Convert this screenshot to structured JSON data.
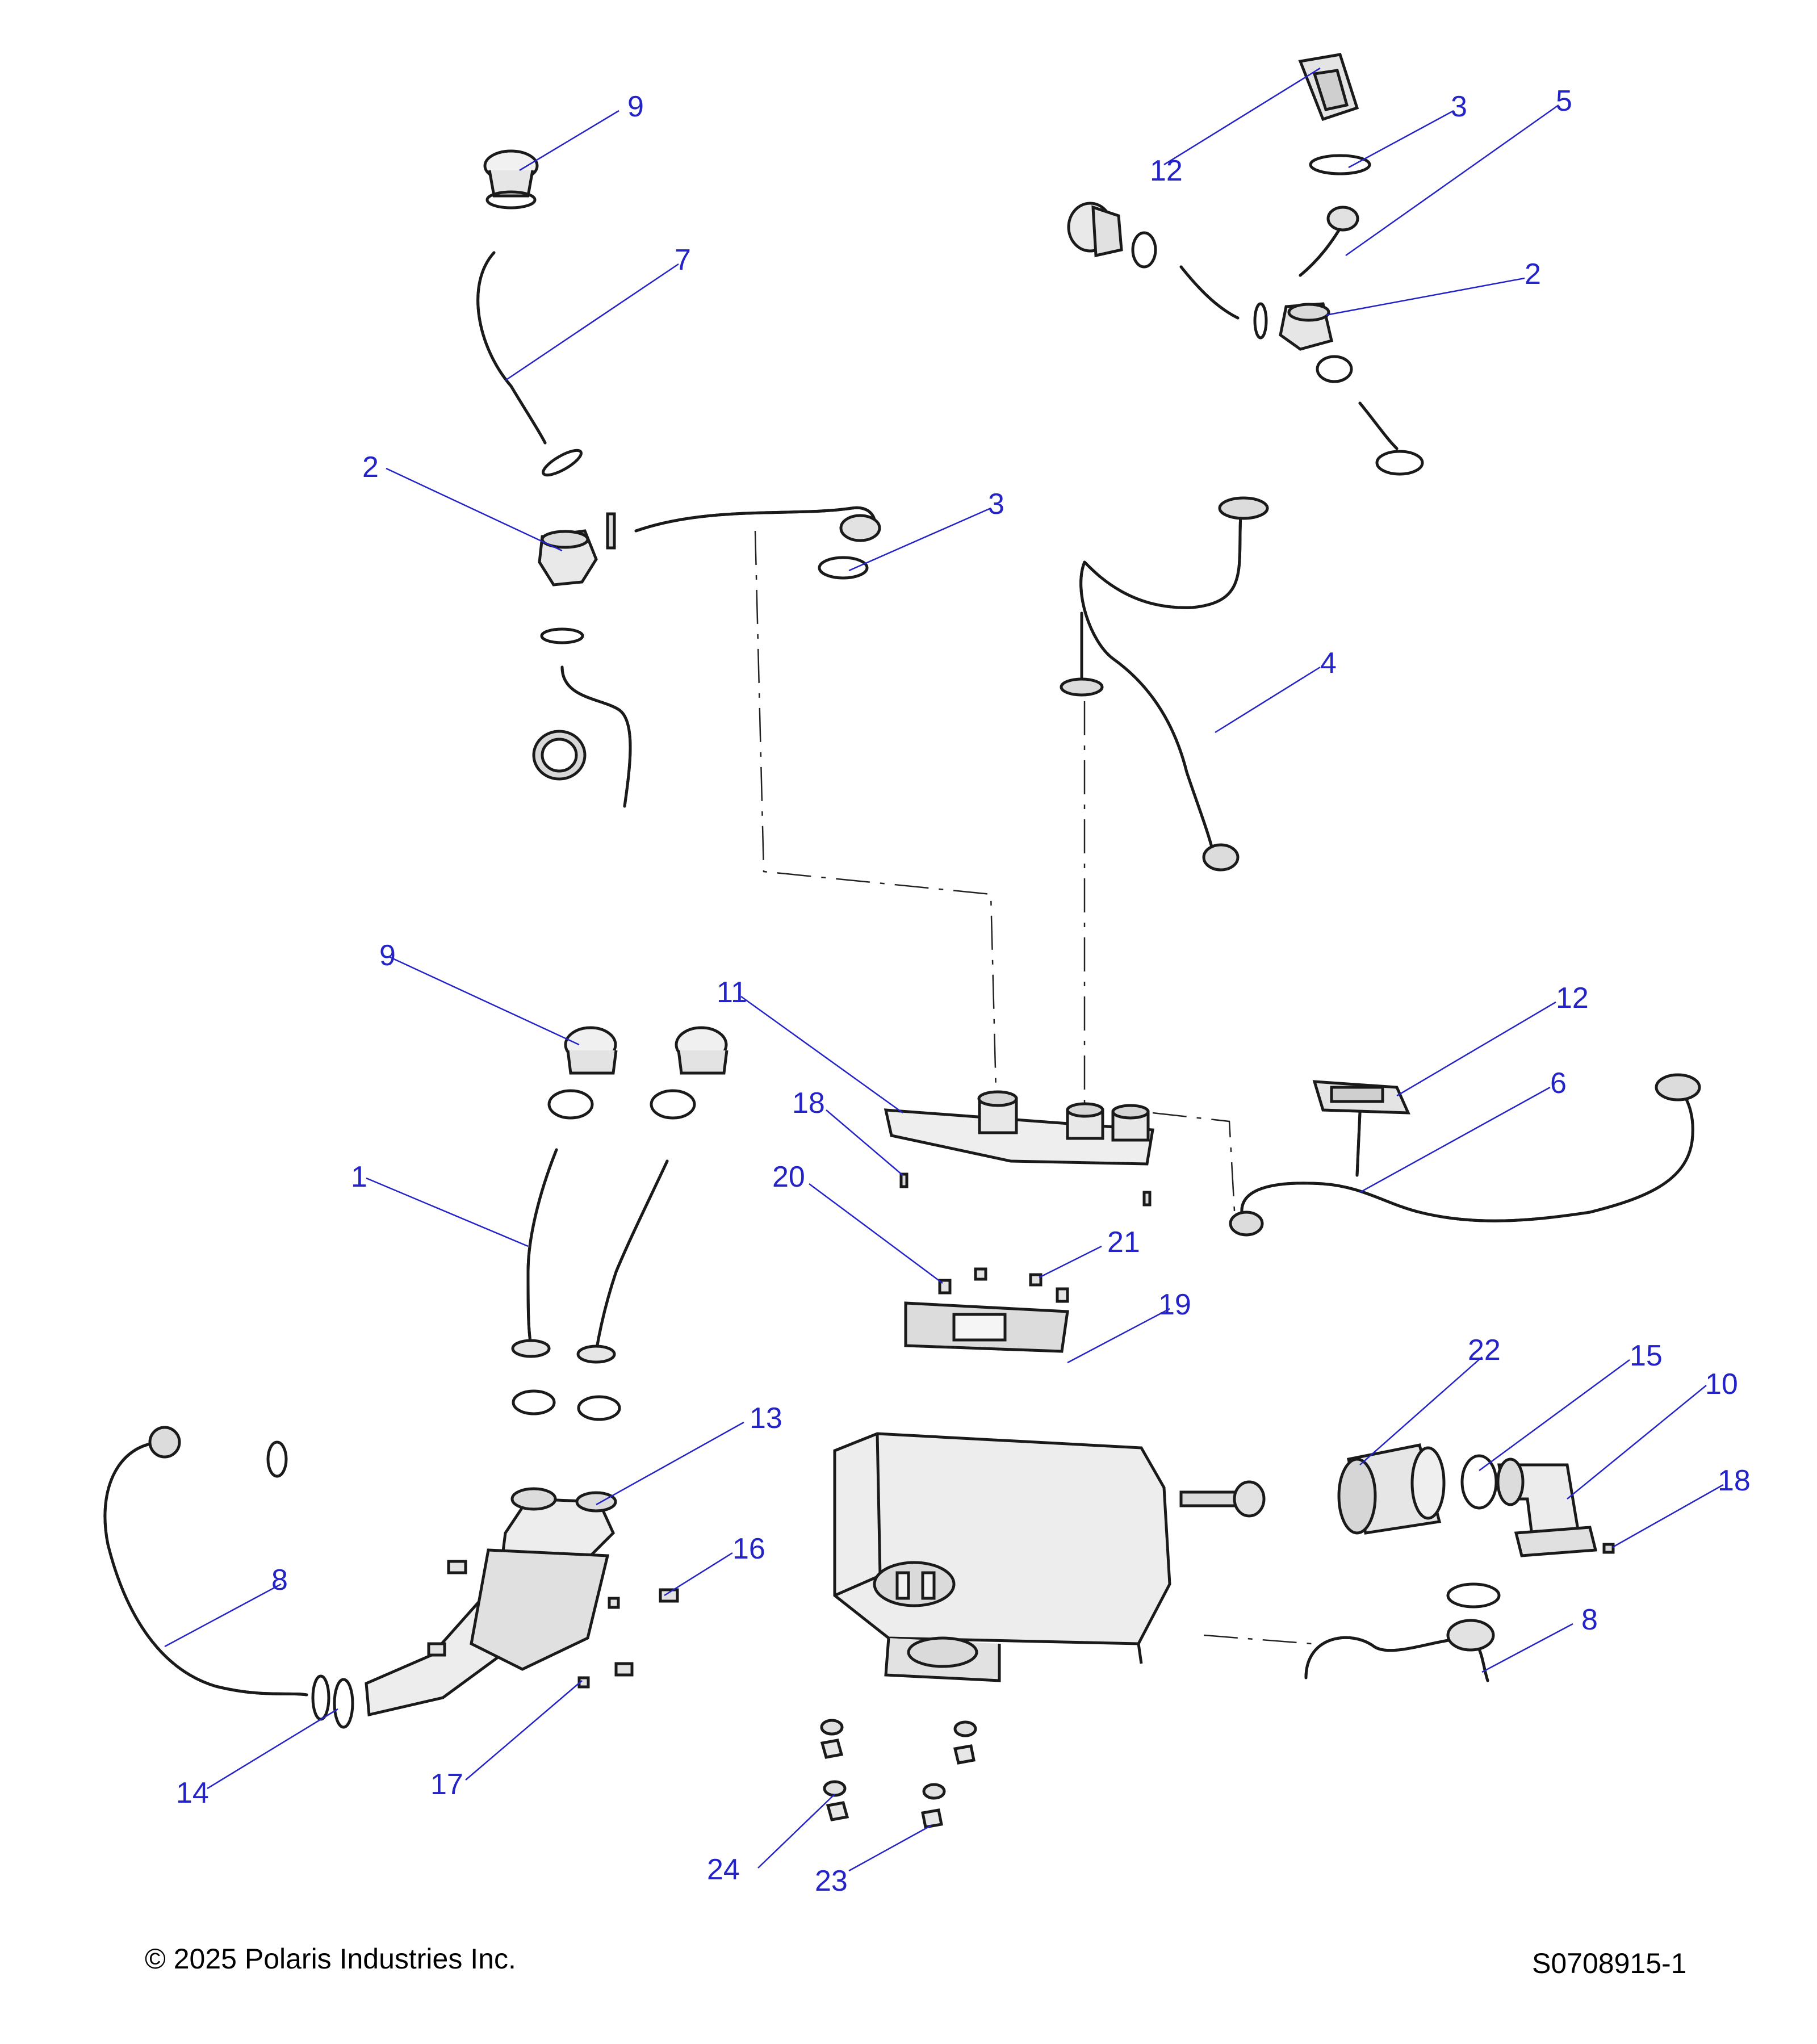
{
  "diagram": {
    "callouts": [
      {
        "id": "c-9a",
        "label": "9"
      },
      {
        "id": "c-7",
        "label": "7"
      },
      {
        "id": "c-2a",
        "label": "2"
      },
      {
        "id": "c-3a",
        "label": "3"
      },
      {
        "id": "c-12a",
        "label": "12"
      },
      {
        "id": "c-3b",
        "label": "3"
      },
      {
        "id": "c-5",
        "label": "5"
      },
      {
        "id": "c-2b",
        "label": "2"
      },
      {
        "id": "c-4",
        "label": "4"
      },
      {
        "id": "c-9b",
        "label": "9"
      },
      {
        "id": "c-11",
        "label": "11"
      },
      {
        "id": "c-12b",
        "label": "12"
      },
      {
        "id": "c-6",
        "label": "6"
      },
      {
        "id": "c-18a",
        "label": "18"
      },
      {
        "id": "c-1",
        "label": "1"
      },
      {
        "id": "c-20",
        "label": "20"
      },
      {
        "id": "c-21",
        "label": "21"
      },
      {
        "id": "c-19",
        "label": "19"
      },
      {
        "id": "c-22",
        "label": "22"
      },
      {
        "id": "c-15",
        "label": "15"
      },
      {
        "id": "c-10",
        "label": "10"
      },
      {
        "id": "c-18b",
        "label": "18"
      },
      {
        "id": "c-13",
        "label": "13"
      },
      {
        "id": "c-16",
        "label": "16"
      },
      {
        "id": "c-8a",
        "label": "8"
      },
      {
        "id": "c-8b",
        "label": "8"
      },
      {
        "id": "c-14",
        "label": "14"
      },
      {
        "id": "c-17",
        "label": "17"
      },
      {
        "id": "c-24",
        "label": "24"
      },
      {
        "id": "c-23",
        "label": "23"
      }
    ]
  },
  "footer": {
    "copyright": "© 2025 Polaris Industries Inc.",
    "drawing_number": "S0708915-1"
  }
}
